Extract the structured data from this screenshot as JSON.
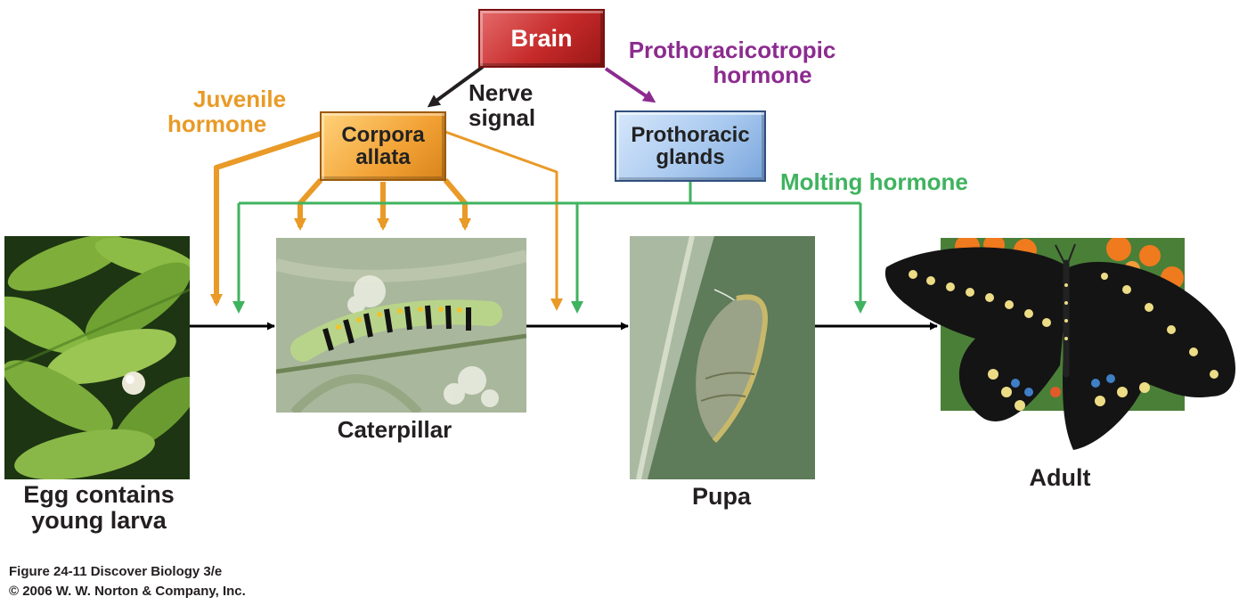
{
  "boxes": {
    "brain": "Brain",
    "corpora_allata_line1": "Corpora",
    "corpora_allata_line2": "allata",
    "prothoracic_glands_line1": "Prothoracic",
    "prothoracic_glands_line2": "glands"
  },
  "signals": {
    "nerve_signal_line1": "Nerve",
    "nerve_signal_line2": "signal",
    "juvenile_hormone_line1": "Juvenile",
    "juvenile_hormone_line2": "hormone",
    "ptth_line1": "Prothoracicotropic",
    "ptth_line2": "hormone",
    "molting_hormone": "Molting hormone"
  },
  "stages": {
    "egg_line1": "Egg contains",
    "egg_line2": "young larva",
    "caterpillar": "Caterpillar",
    "pupa": "Pupa",
    "adult": "Adult"
  },
  "footer": {
    "figure": "Figure 24-11  Discover Biology 3/e",
    "copyright": "© 2006 W. W. Norton & Company, Inc."
  },
  "colors": {
    "juvenile_hormone": "#e99a27",
    "molting_hormone": "#3fb35f",
    "ptth": "#8c2b8f",
    "brain_box": "#c62a2a",
    "corpora_allata_box": "#f2a235",
    "prothoracic_box": "#a9c9ef",
    "development_arrow": "#000000"
  }
}
